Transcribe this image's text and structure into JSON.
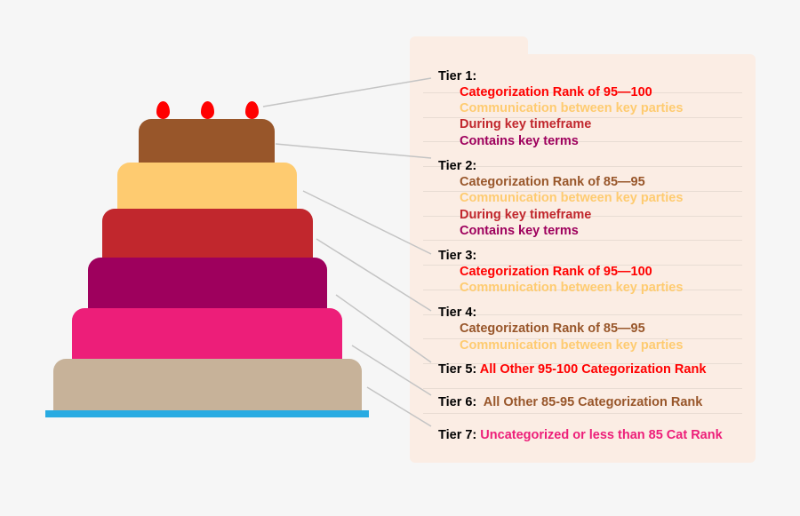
{
  "colors": {
    "tier1": "#98562a",
    "tier2": "#fecb70",
    "tier3": "#c1272d",
    "tier4": "#9e005d",
    "tier5": "#ed1e79",
    "tier6": "#c7b299",
    "plate": "#29abe2",
    "candle": "#ff0000",
    "panel_bg": "#fbede4",
    "red": "#ff0000",
    "brown": "#98562a",
    "gold": "#fecb70",
    "crimson": "#c1272d",
    "purple": "#9e005d",
    "pink": "#ed1e79"
  },
  "legend": {
    "tier1": {
      "label": "Tier 1:",
      "items": [
        "Categorization Rank of 95—100",
        "Communication between key parties",
        "During key timeframe",
        "Contains key terms"
      ]
    },
    "tier2": {
      "label": "Tier 2:",
      "items": [
        "Categorization Rank of 85—95",
        "Communication between key parties",
        "During key timeframe",
        "Contains key terms"
      ]
    },
    "tier3": {
      "label": "Tier 3:",
      "items": [
        "Categorization Rank of 95—100",
        "Communication between key parties"
      ]
    },
    "tier4": {
      "label": "Tier 4:",
      "items": [
        "Categorization Rank of 85—95",
        "Communication between key parties"
      ]
    },
    "tier5": {
      "label": "Tier 5:",
      "desc": "All Other 95-100 Categorization Rank"
    },
    "tier6": {
      "label": "Tier 6:",
      "desc": "All Other 85-95 Categorization Rank"
    },
    "tier7": {
      "label": "Tier 7:",
      "desc": "Uncategorized or less than 85 Cat Rank"
    }
  }
}
